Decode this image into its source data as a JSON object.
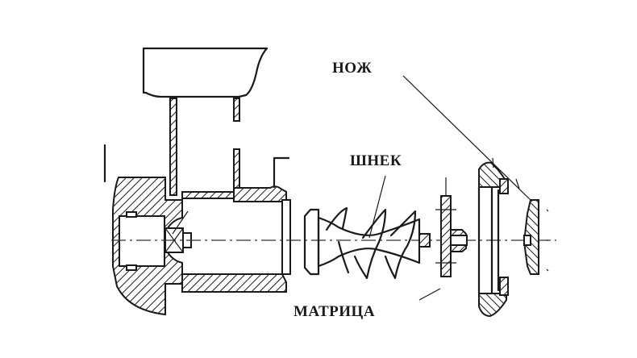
{
  "diagram": {
    "title": "Meat grinder exploded cross-section",
    "labels": {
      "knife": "НОЖ",
      "auger": "ШНЕК",
      "die": "МАТРИЦА"
    },
    "parts": [
      {
        "id": "hopper",
        "name": "Loading tray"
      },
      {
        "id": "housing",
        "name": "Grinder body"
      },
      {
        "id": "auger",
        "name": "Auger (screw)"
      },
      {
        "id": "die",
        "name": "Die plate"
      },
      {
        "id": "ring-nut",
        "name": "Clamp ring"
      },
      {
        "id": "knife",
        "name": "Knife"
      }
    ],
    "colors": {
      "ink": "#1a1a1a",
      "background": "#ffffff"
    }
  }
}
